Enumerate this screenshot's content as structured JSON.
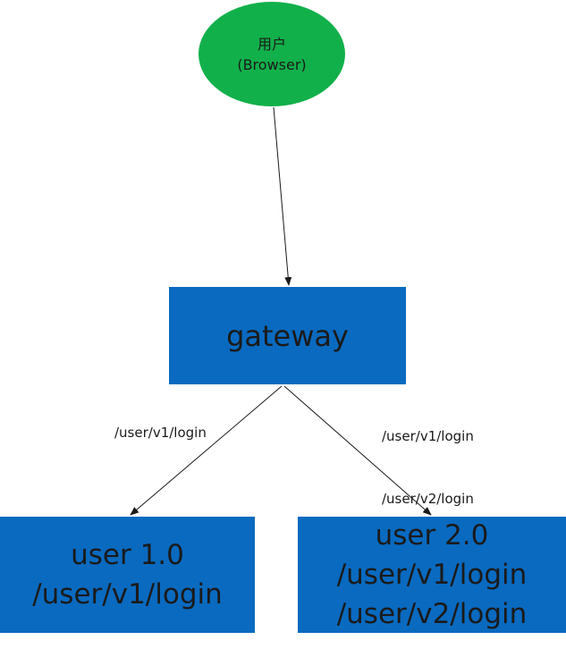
{
  "nodes": {
    "client": {
      "line1": "用户",
      "line2": "(Browser)"
    },
    "gateway": {
      "label": "gateway"
    },
    "user_v1": {
      "line1": "user 1.0",
      "line2": "/user/v1/login"
    },
    "user_v2": {
      "line1": "user 2.0",
      "line2": "/user/v1/login",
      "line3": "/user/v2/login"
    }
  },
  "edges": {
    "gateway_to_v1": {
      "label": "/user/v1/login"
    },
    "gateway_to_v2": {
      "label1": "/user/v1/login",
      "label2": "/user/v2/login"
    }
  },
  "colors": {
    "client_fill": "#12b04a",
    "service_fill": "#0a6ac0",
    "line": "#1a1a1a"
  }
}
